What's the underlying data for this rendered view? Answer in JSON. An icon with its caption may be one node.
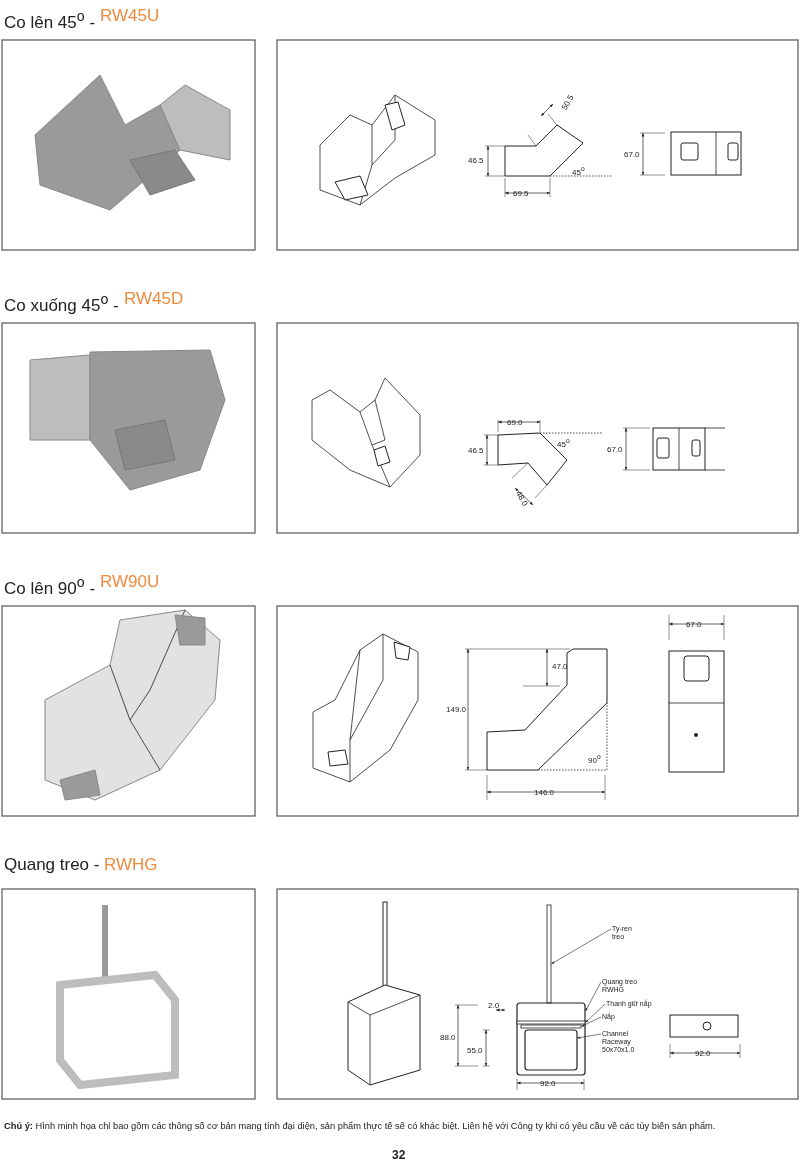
{
  "diagram": {
    "nodes": [
      {
        "text": [
          "Ty-ren treo"
        ]
      },
      {
        "text": [
          "Quang treo RWHG"
        ]
      },
      {
        "text": [
          "Thanh giữ nắp"
        ]
      },
      {
        "text": [
          "Nắp"
        ]
      },
      {
        "text": [
          "Channel Raceway 50x70x1.0"
        ]
      },
      {
        "text": [],
        "shape": "bar"
      },
      {
        "text": [],
        "shape": "box"
      },
      {
        "text": [],
        "shape": "bar",
        "in": 6
      },
      {
        "text": [],
        "shape": "bar",
        "in": 6
      },
      {
        "text": [],
        "shape": "box",
        "in": 6
      }
    ],
    "edges": [
      {
        "from": 0,
        "to": 5,
        "arrow": "to"
      },
      {
        "from": 1,
        "to": 6,
        "arrow": "to"
      },
      {
        "from": 2,
        "to": 7,
        "arrow": "to"
      },
      {
        "from": 3,
        "to": 8,
        "arrow": "to"
      },
      {
        "from": 4,
        "to": 9,
        "arrow": "to"
      }
    ],
    "labels": [
      "Co lên 45$^{o}$ -",
      "RW45U",
      "50.5",
      "46.5",
      "45$^{o}$",
      "69.5",
      "67.0",
      "Co xuống 45$^{o}$ -",
      "RW45D",
      "69.0",
      "46.5",
      "45$^{o}$",
      "48.0",
      "67.0",
      "Co lên 90$^{o}$ -",
      "RW90U",
      "67.0",
      "47.0",
      "149.0",
      "90$^{o}$",
      "146.0",
      "Quang treo -",
      "RWHG",
      "2.0",
      "88.0",
      "55.0",
      "92.0",
      "92.0",
      "**Chú ý:** Hình minh họa chỉ bao gồm các thông số cơ bản mang tính đại diện, sản phẩm thực tế sẽ có khác biệt. Liên hệ với Công ty khi có yêu cầu về các tùy biến sản phẩm.",
      "32"
    ]
  }
}
